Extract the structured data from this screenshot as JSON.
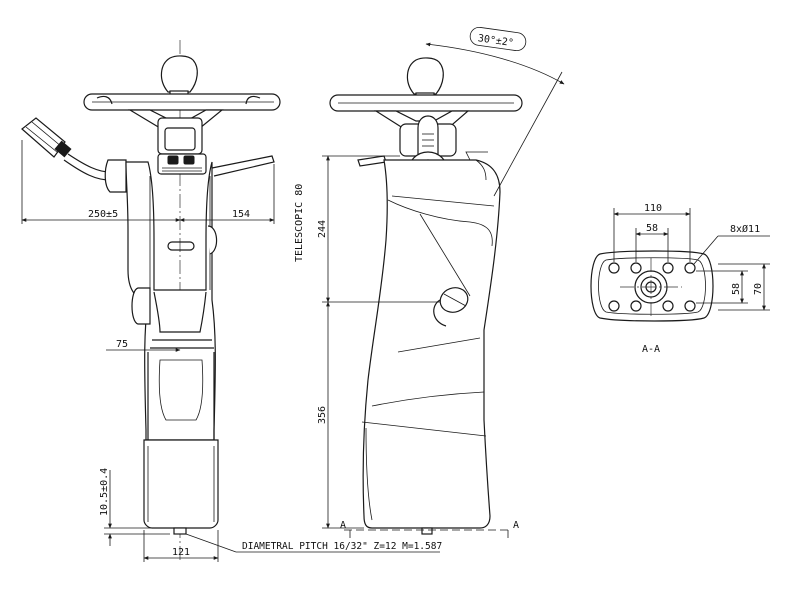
{
  "drawing": {
    "dims": {
      "angle": "30°±2°",
      "width_left": "250±5",
      "width_right": "154",
      "telescopic": "TELESCOPIC 80",
      "height_upper": "244",
      "height_lower": "356",
      "d75": "75",
      "d10": "10.5±0.4",
      "d121": "121",
      "pitch": "DIAMETRAL PITCH 16/32\" Z=12 M=1.587"
    },
    "section": {
      "marker_left": "A",
      "marker_right": "A",
      "label": "A-A",
      "d110": "110",
      "d58_top": "58",
      "holes": "8xØ11",
      "d58_side": "58",
      "d70": "70"
    }
  }
}
